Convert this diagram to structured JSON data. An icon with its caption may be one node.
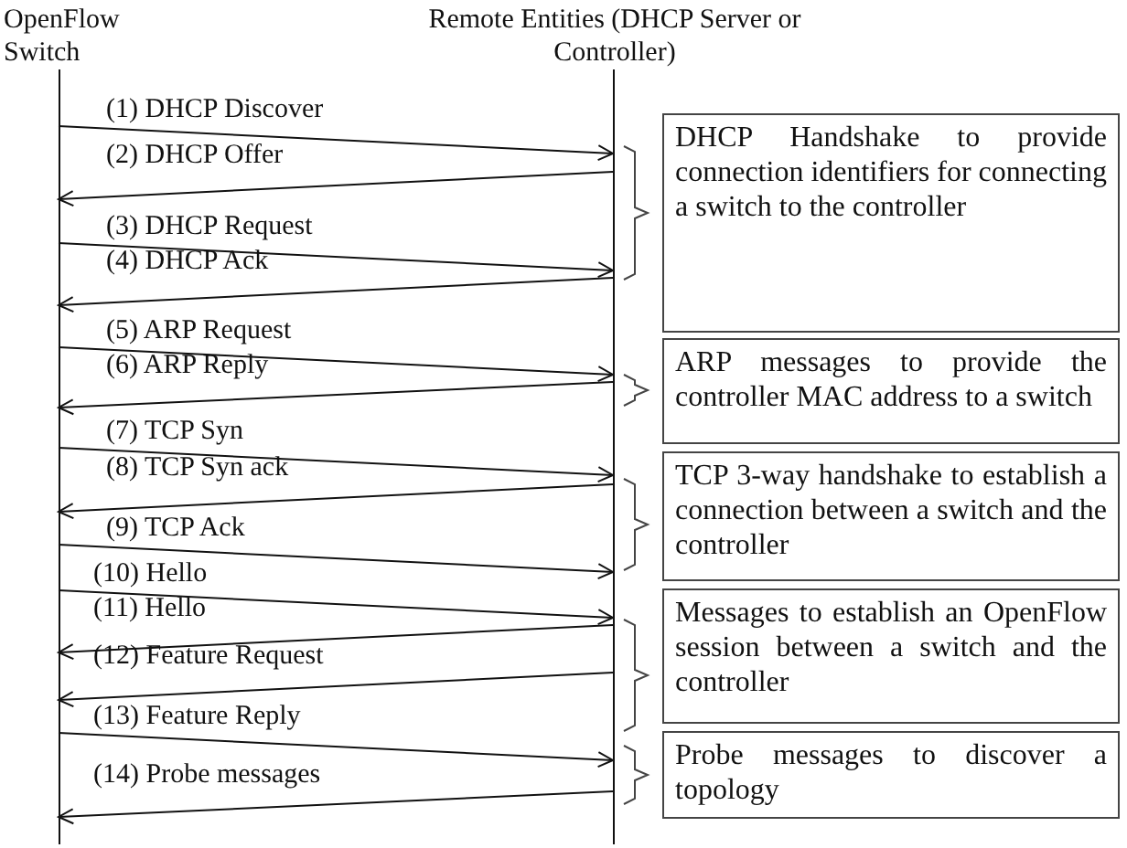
{
  "diagram": {
    "nodes": [
      {
        "text": [
          "OpenFlow Switch"
        ]
      },
      {
        "text": [
          "Remote Entities (DHCP Server or Controller)"
        ]
      },
      {
        "text": [
          "DHCP Handshake to provide connection identifiers for connecting a switch to the controller"
        ]
      },
      {
        "text": [
          "ARP messages to provide the controller MAC address to a switch"
        ]
      },
      {
        "text": [
          "TCP 3-way handshake to establish a connection between a switch and the controller"
        ]
      },
      {
        "text": [
          "Messages to establish an OpenFlow session between a switch and the controller"
        ]
      },
      {
        "text": [
          "Probe messages to discover a topology"
        ]
      }
    ],
    "edges": [
      {
        "from": 0,
        "to": 1,
        "arrow": "to",
        "label": "(1) DHCP Discover"
      },
      {
        "from": 1,
        "to": 0,
        "arrow": "to",
        "label": "(2) DHCP Offer"
      },
      {
        "from": 0,
        "to": 1,
        "arrow": "to",
        "label": "(3) DHCP Request"
      },
      {
        "from": 1,
        "to": 0,
        "arrow": "to",
        "label": "(4) DHCP Ack"
      },
      {
        "from": 0,
        "to": 1,
        "arrow": "to",
        "label": "(5) ARP Request"
      },
      {
        "from": 1,
        "to": 0,
        "arrow": "to",
        "label": "(6) ARP Reply"
      },
      {
        "from": 0,
        "to": 1,
        "arrow": "to",
        "label": "(7) TCP Syn"
      },
      {
        "from": 1,
        "to": 0,
        "arrow": "to",
        "label": "(8) TCP Syn ack"
      },
      {
        "from": 0,
        "to": 1,
        "arrow": "to",
        "label": "(9) TCP Ack"
      },
      {
        "from": 0,
        "to": 1,
        "arrow": "to",
        "label": "(10) Hello"
      },
      {
        "from": 1,
        "to": 0,
        "arrow": "to",
        "label": "(11) Hello"
      },
      {
        "from": 1,
        "to": 0,
        "arrow": "to",
        "label": "(12) Feature Request"
      },
      {
        "from": 0,
        "to": 1,
        "arrow": "to",
        "label": "(13) Feature Reply"
      },
      {
        "from": 1,
        "to": 0,
        "arrow": "to",
        "label": "(14) Probe messages"
      }
    ]
  }
}
